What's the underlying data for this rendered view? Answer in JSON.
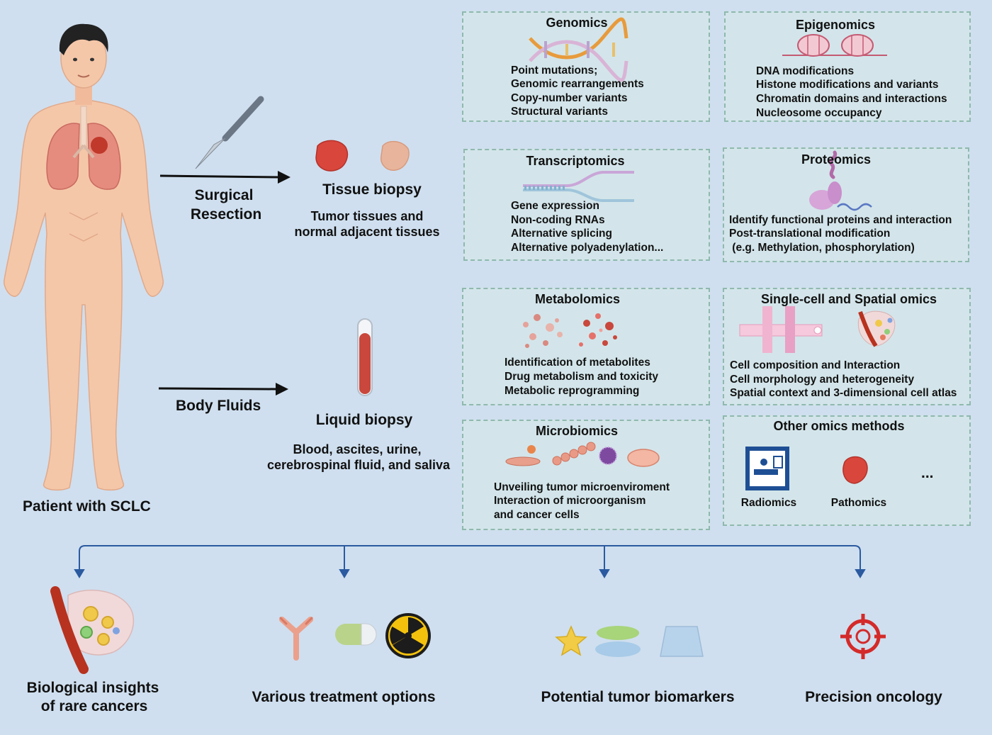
{
  "patient": {
    "label": "Patient with SCLC",
    "skin_color": "#f5c7a9",
    "lung_color": "#e58c7f",
    "hair_color": "#222222"
  },
  "routes": {
    "surgical_label_line1": "Surgical",
    "surgical_label_line2": "Resection",
    "fluids_label": "Body Fluids"
  },
  "samples": {
    "tissue_title": "Tissue biopsy",
    "tissue_desc_line1": "Tumor tissues and",
    "tissue_desc_line2": "normal adjacent tissues",
    "liquid_title": "Liquid biopsy",
    "liquid_desc_line1": "Blood, ascites, urine,",
    "liquid_desc_line2": "cerebrospinal fluid, and saliva"
  },
  "omics": {
    "genomics": {
      "title": "Genomics",
      "items": [
        "Point mutations;",
        "Genomic rearrangements",
        "Copy-number variants",
        "Structural variants"
      ]
    },
    "epigenomics": {
      "title": "Epigenomics",
      "items": [
        "DNA modifications",
        "Histone modifications and variants",
        "Chromatin domains and interactions",
        "Nucleosome occupancy"
      ]
    },
    "transcriptomics": {
      "title": "Transcriptomics",
      "items": [
        "Gene expression",
        "Non-coding RNAs",
        "Alternative splicing",
        "Alternative polyadenylation..."
      ]
    },
    "proteomics": {
      "title": "Proteomics",
      "items": [
        "Identify functional proteins and interaction",
        "Post-translational modification",
        " (e.g. Methylation, phosphorylation)"
      ]
    },
    "metabolomics": {
      "title": "Metabolomics",
      "items": [
        "Identification of metabolites",
        "Drug metabolism and toxicity",
        "Metabolic reprogramming"
      ]
    },
    "single_cell": {
      "title": "Single-cell and Spatial omics",
      "items": [
        "Cell composition and Interaction",
        "Cell morphology and heterogeneity",
        "Spatial context and 3-dimensional cell atlas"
      ]
    },
    "microbiomics": {
      "title": "Microbiomics",
      "items": [
        "Unveiling tumor microenviroment",
        "Interaction of microorganism",
        "and cancer cells"
      ]
    },
    "other": {
      "title": "Other omics methods",
      "radiomics": "Radiomics",
      "pathomics": "Pathomics",
      "ellipsis": "..."
    }
  },
  "outcomes": {
    "insights_line1": "Biological insights",
    "insights_line2": "of rare cancers",
    "treatment": "Various treatment options",
    "biomarkers": "Potential tumor biomarkers",
    "precision": "Precision oncology"
  },
  "colors": {
    "background": "#cfdfef",
    "panel_border": "#8fb9ad",
    "connector": "#2b5aa0",
    "tumor_red": "#d9463c",
    "target_red": "#d42a2a"
  }
}
